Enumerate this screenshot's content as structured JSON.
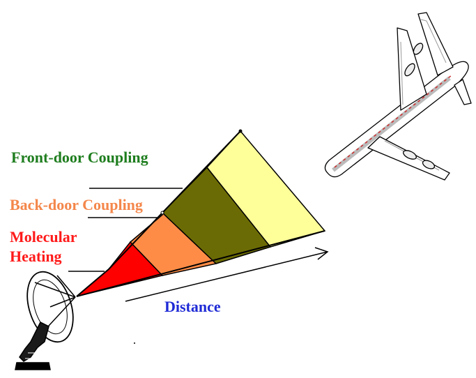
{
  "labels": {
    "front_door": "Front-door Coupling",
    "back_door": "Back-door Coupling",
    "molecular": "Molecular",
    "heating": "Heating",
    "distance": "Distance"
  },
  "colors": {
    "front_door_text": "#1e7d1e",
    "back_door_text": "#f4874b",
    "molecular_text": "#ff1a1a",
    "distance_text": "#1f2bd6",
    "zone_molecular": "#ff0000",
    "zone_back_door": "#ff8c46",
    "zone_front_door_near": "#6b6b05",
    "zone_front_door_far": "#ffff99"
  },
  "icons": [
    "dish-antenna-icon",
    "airplane-icon"
  ]
}
